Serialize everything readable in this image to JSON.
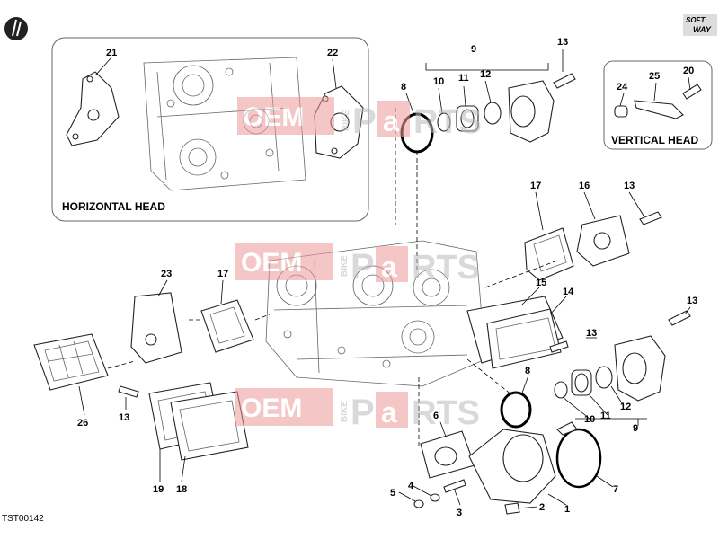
{
  "diagram_code": "TST00142",
  "brand_logo": {
    "line1": "SOFT",
    "line2": "WAY"
  },
  "watermark": {
    "oem": "OEM",
    "bike": "BIKE",
    "p": "P",
    "a": "a",
    "rts": "RTS"
  },
  "boxes": {
    "horizontal_head": "HORIZONTAL HEAD",
    "vertical_head": "VERTICAL HEAD"
  },
  "callouts": [
    {
      "id": "c21",
      "label": "21"
    },
    {
      "id": "c22",
      "label": "22"
    },
    {
      "id": "c9a",
      "label": "9"
    },
    {
      "id": "c13a",
      "label": "13"
    },
    {
      "id": "c8a",
      "label": "8"
    },
    {
      "id": "c10a",
      "label": "10"
    },
    {
      "id": "c11a",
      "label": "11"
    },
    {
      "id": "c12a",
      "label": "12"
    },
    {
      "id": "c24",
      "label": "24"
    },
    {
      "id": "c25",
      "label": "25"
    },
    {
      "id": "c20",
      "label": "20"
    },
    {
      "id": "c17a",
      "label": "17"
    },
    {
      "id": "c16",
      "label": "16"
    },
    {
      "id": "c13b",
      "label": "13"
    },
    {
      "id": "c23",
      "label": "23"
    },
    {
      "id": "c17b",
      "label": "17"
    },
    {
      "id": "c15",
      "label": "15"
    },
    {
      "id": "c14",
      "label": "14"
    },
    {
      "id": "c13c",
      "label": "13"
    },
    {
      "id": "c13d",
      "label": "13"
    },
    {
      "id": "c8b",
      "label": "8"
    },
    {
      "id": "c12b",
      "label": "12"
    },
    {
      "id": "c11b",
      "label": "11"
    },
    {
      "id": "c10b",
      "label": "10"
    },
    {
      "id": "c9b",
      "label": "9"
    },
    {
      "id": "c26",
      "label": "26"
    },
    {
      "id": "c13e",
      "label": "13"
    },
    {
      "id": "c6",
      "label": "6"
    },
    {
      "id": "c19",
      "label": "19"
    },
    {
      "id": "c18",
      "label": "18"
    },
    {
      "id": "c4",
      "label": "4"
    },
    {
      "id": "c5",
      "label": "5"
    },
    {
      "id": "c3",
      "label": "3"
    },
    {
      "id": "c2",
      "label": "2"
    },
    {
      "id": "c1",
      "label": "1"
    },
    {
      "id": "c7",
      "label": "7"
    }
  ]
}
